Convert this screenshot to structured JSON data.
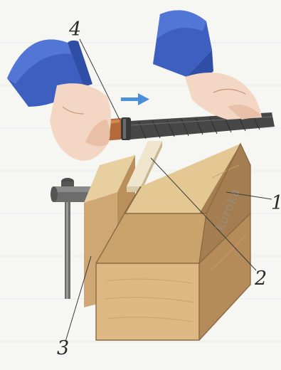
{
  "callouts": {
    "file_number": "4",
    "workpiece_number": "1",
    "jaw_number": "2",
    "vise_number": "3"
  },
  "watermark": "kuroka",
  "colors": {
    "sleeve": "#3d5fc0",
    "skin": "#f4d6c4",
    "wood_light": "#e9d2a6",
    "wood_dark": "#b08a5a",
    "handle": "#b4693a",
    "file_metal": "#4a4a4a",
    "arrow": "#4a90d9"
  },
  "icons": {
    "direction": "right-arrow-icon"
  }
}
